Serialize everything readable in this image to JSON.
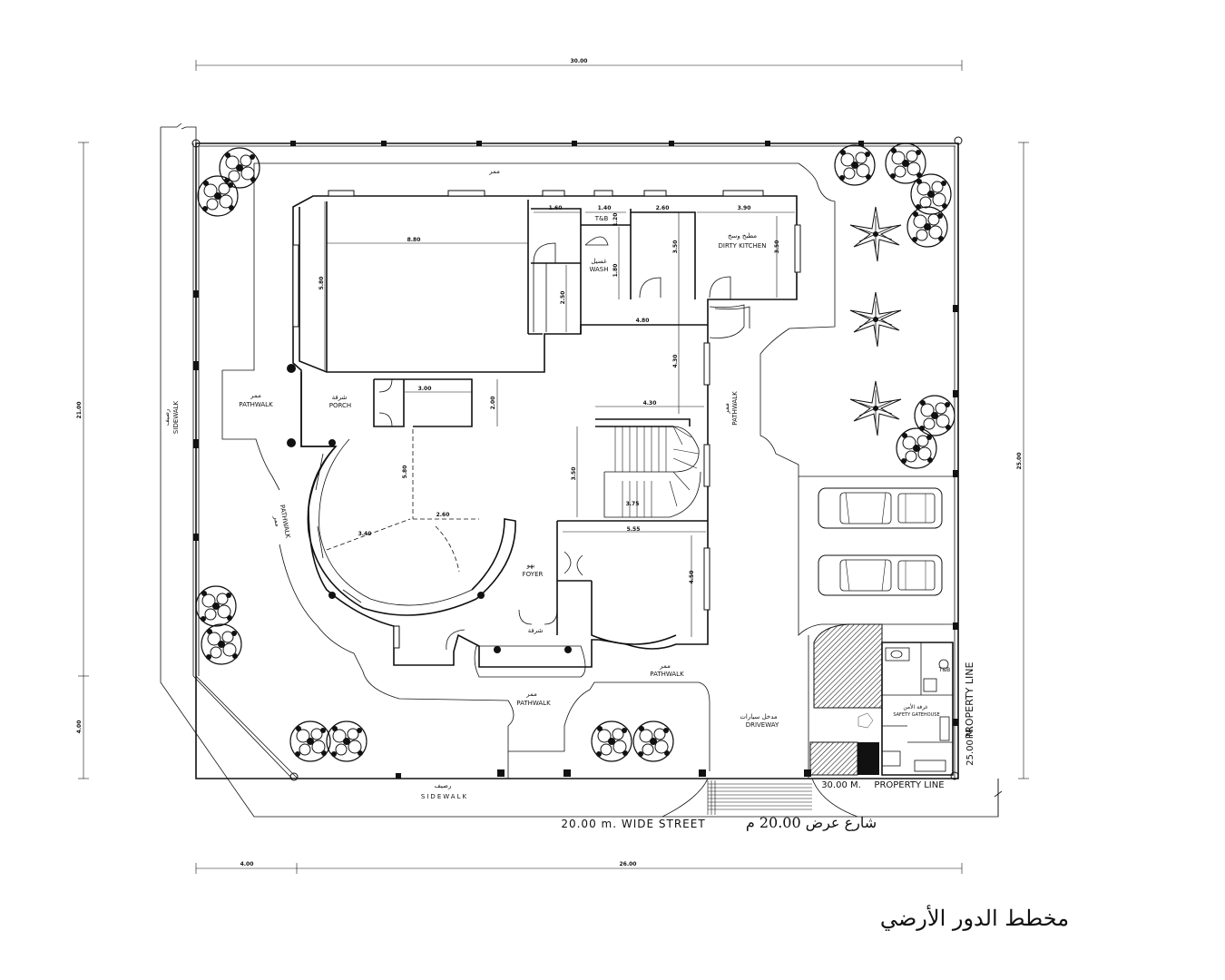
{
  "page_title": "مخطط الدور الأرضي",
  "overall_dimensions": {
    "top": "30.00",
    "bottom_left": "4.00",
    "bottom_main": "26.00",
    "left_upper": "21.00",
    "left_lower": "4.00",
    "right": "25.00"
  },
  "interior_dimensions": {
    "hall_width": "8.80",
    "hall_depth": "5.80",
    "wc_top": "1.60",
    "tb_top": "1.40",
    "tb_side": "1.20",
    "wash_side": "1.80",
    "store_depth": "2.50",
    "kitchen_left_w": "2.60",
    "kitchen_right_w": "3.90",
    "kitchen_depth_a": "3.50",
    "kitchen_depth_b": "3.50",
    "corridor_w": "4.80",
    "corridor_depth": "4.30",
    "porch_w": "3.00",
    "porch_depth": "2.00",
    "stair_w": "4.30",
    "stair_depth": "3.50",
    "stair_landing": "3.75",
    "lounge_depth": "5.80",
    "lounge_radius": "3.40",
    "lounge_offset": "2.60",
    "guest_w": "5.55",
    "guest_depth": "4.50"
  },
  "rooms": {
    "tb": "T&B",
    "wash_ar": "غسيل",
    "wash_en": "WASH",
    "dirty_kitchen_ar": "مطبخ وسخ",
    "dirty_kitchen_en": "DIRTY KITCHEN",
    "porch_ar": "شرفة",
    "porch_en": "PORCH",
    "foyer_ar": "بهو",
    "foyer_en": "FOYER",
    "front_porch_ar": "شرفة",
    "security_ar": "غرفة الأمن",
    "security_en": "SAFETY GATEHOUSE",
    "tb2": "T&B"
  },
  "site": {
    "walkway_ar": "ممر",
    "pathwalk_left": "PATHWALK",
    "pathwalk_arc": "PATHWALK",
    "pathwalk_right": "PATHWALK",
    "pathwalk_front": "PATHWALK",
    "pathwalk_bottom": "PATHWALK",
    "sidewalk_ar": "رصيف",
    "sidewalk_left": "SIDEWALK",
    "sidewalk_bottom": "SIDEWALK",
    "driveway_ar": "مدخل سيارات",
    "driveway_en": "DRIVEWAY",
    "property_line_side": "PROPERTY LINE",
    "property_line_side_len": "25.00 M.",
    "property_line_bottom_len": "30.00 M.",
    "property_line_bottom": "PROPERTY LINE",
    "street_en": "20.00 m. WIDE STREET",
    "street_ar": "شارع عرض 20.00 م"
  },
  "colors": {
    "ink": "#111111",
    "paper": "#ffffff",
    "hatch": "#222222"
  }
}
